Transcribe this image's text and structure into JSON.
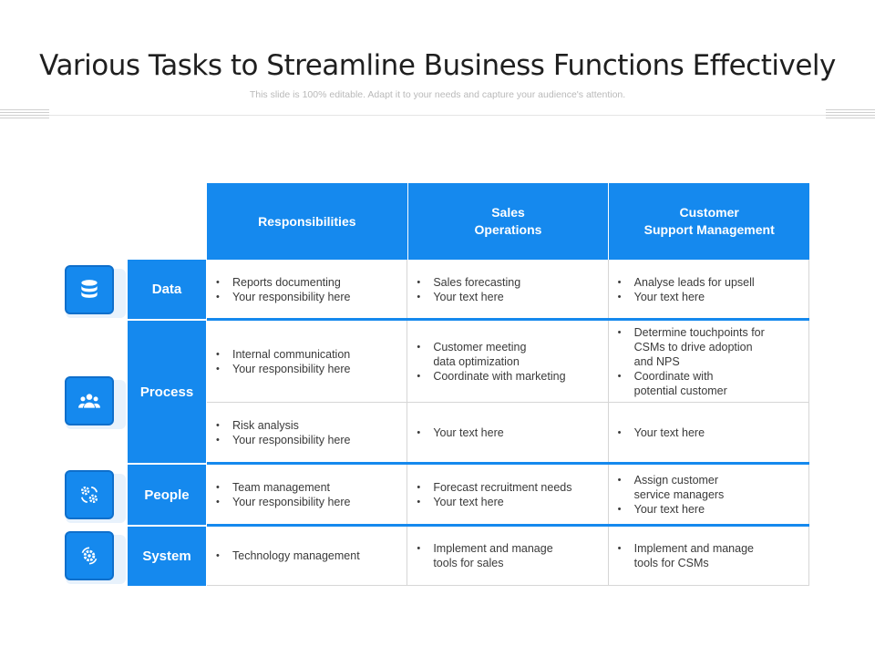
{
  "title": "Various Tasks to Streamline Business Functions Effectively",
  "subtitle": "This slide is 100% editable. Adapt it to your needs and capture your audience's attention.",
  "headers": [
    "Responsibilities",
    "Sales\nOperations",
    "Customer\nSupport Management"
  ],
  "row_labels": {
    "data": "Data",
    "process": "Process",
    "people": "People",
    "system": "System"
  },
  "icons": {
    "data": "database-icon",
    "process": "team-icon",
    "people": "gears-cycle-icon",
    "system": "gear-cycle-icon"
  },
  "accent_color": "#1589ee",
  "rows": {
    "data": [
      [
        "Reports documenting",
        "Your responsibility here"
      ],
      [
        "Sales forecasting",
        "Your text here"
      ],
      [
        "Analyse  leads for upsell",
        "Your text here"
      ]
    ],
    "process_a": [
      [
        "Internal communication",
        "Your responsibility here"
      ],
      [
        "Customer meeting\ndata optimization",
        "Coordinate with marketing"
      ],
      [
        "Determine touchpoints for\nCSMs  to drive adoption\nand NPS",
        "Coordinate with\n potential customer"
      ]
    ],
    "process_b": [
      [
        "Risk analysis",
        "Your responsibility here"
      ],
      [
        "Your text here"
      ],
      [
        "Your text here"
      ]
    ],
    "people": [
      [
        "Team management",
        "Your responsibility here"
      ],
      [
        "Forecast recruitment needs",
        "Your text here"
      ],
      [
        "Assign customer\nservice managers",
        "Your text here"
      ]
    ],
    "system": [
      [
        "Technology  management"
      ],
      [
        "Implement and manage\ntools for sales"
      ],
      [
        "Implement and manage\ntools for CSMs"
      ]
    ]
  }
}
